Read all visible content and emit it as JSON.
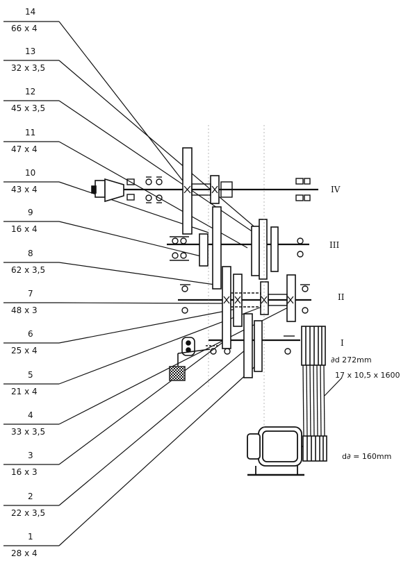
{
  "labels": [
    {
      "num": "14",
      "spec": "66 x 4"
    },
    {
      "num": "13",
      "spec": "32 x 3,5"
    },
    {
      "num": "12",
      "spec": "45 x 3,5"
    },
    {
      "num": "11",
      "spec": "47 x 4"
    },
    {
      "num": "10",
      "spec": "43 x 4"
    },
    {
      "num": "9",
      "spec": "16 x 4"
    },
    {
      "num": "8",
      "spec": "62 x 3,5"
    },
    {
      "num": "7",
      "spec": "48 x 3"
    },
    {
      "num": "6",
      "spec": "25 x 4"
    },
    {
      "num": "5",
      "spec": "21 x 4"
    },
    {
      "num": "4",
      "spec": "33 x 3,5"
    },
    {
      "num": "3",
      "spec": "16 x 3"
    },
    {
      "num": "2",
      "spec": "22 x 3,5"
    },
    {
      "num": "1",
      "spec": "28 x 4"
    }
  ],
  "shafts": {
    "iv": "IV",
    "iii": "III",
    "ii": "II",
    "i": "I"
  },
  "annotations": {
    "large_pulley": "∂d 272mm",
    "belt": "17 x 10,5 x 1600",
    "small_pulley": "d∂ = 160mm"
  }
}
